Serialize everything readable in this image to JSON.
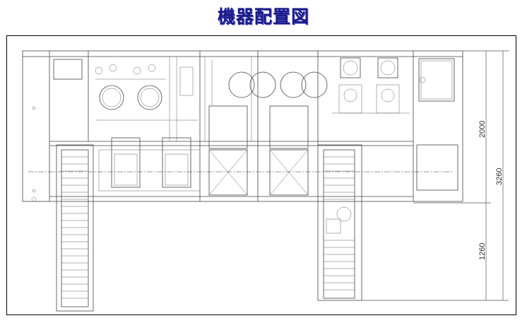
{
  "title": "機器配置図",
  "dimensions": {
    "upper_width": "2000",
    "total_width": "3260",
    "conveyor_extension": "1260"
  }
}
